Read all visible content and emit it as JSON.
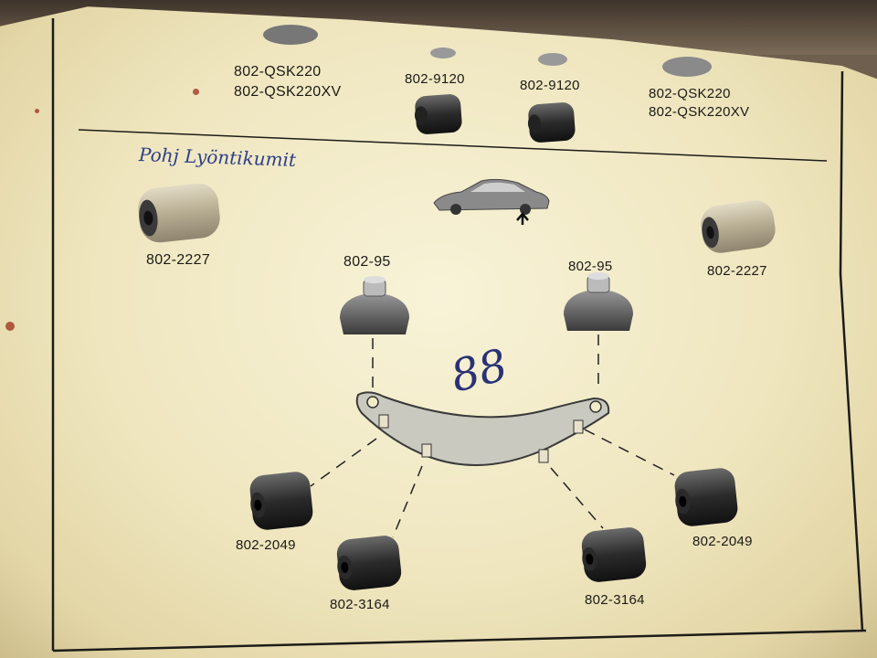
{
  "top_row": {
    "left_codes": [
      "802-QSK220",
      "802-QSK220XV"
    ],
    "mid_left_code": "802-9120",
    "mid_right_code": "802-9120",
    "right_codes": [
      "802-QSK220",
      "802-QSK220XV"
    ]
  },
  "handwritten_note": "Pohj Lyöntikumit",
  "handwritten_number": "88",
  "parts": {
    "bushing_left_top": "802-2227",
    "bushing_right_top": "802-2227",
    "mount_left": "802-95",
    "mount_right": "802-95",
    "bushing_left_outer": "802-2049",
    "bushing_left_inner": "802-3164",
    "bushing_right_inner": "802-3164",
    "bushing_right_outer": "802-2049"
  },
  "icons": [
    "car-icon",
    "arrow-up-icon",
    "rubber-bushing-icon",
    "strut-mount-icon",
    "crossmember-icon"
  ],
  "colors": {
    "paper": "#f3ecc9",
    "ink": "#1c1a16",
    "pen": "#2d3f8a"
  }
}
